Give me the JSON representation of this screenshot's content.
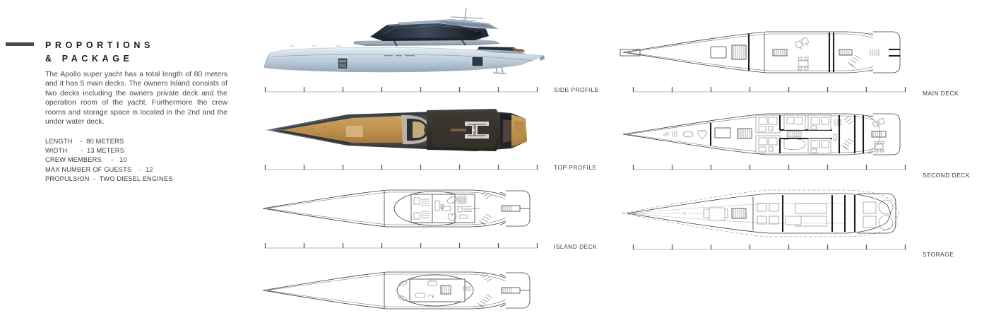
{
  "document": {
    "title": "PROPORTIONS\n& PACKAGE",
    "body": "The Apollo super yacht has a total length of 80 meters and it has 5 main decks. The owners Island consists of two decks including the owners private deck and the operation room of the yacht. Furthermore the crew rooms and storage space is located in the 2nd and the under water deck."
  },
  "specs": [
    {
      "label": "LENGTH",
      "value": "-  80 METERS",
      "line": "LENGTH    -  80 METERS"
    },
    {
      "label": "WIDTH",
      "value": "-  13 METERS",
      "line": "WIDTH       -  13 METERS"
    },
    {
      "label": "CREW MEMBERS",
      "value": "-   10",
      "line": "CREW MEMBERS     -   10"
    },
    {
      "label": "MAX NUMBER OF GUESTS",
      "value": "-  12",
      "line": "MAX NUMBER OF GUESTS    -  12"
    },
    {
      "label": "PROPULSION",
      "value": "-  TWO DIESEL ENGINES",
      "line": "PROPULSION  -  TWO DIESEL ENGINES"
    }
  ],
  "panels": {
    "side_profile": {
      "label": "SIDE PROFILE"
    },
    "top_profile": {
      "label": "TOP PROFILE"
    },
    "island_deck": {
      "label": "ISLAND DECK"
    },
    "under_deck": {
      "label": ""
    },
    "main_deck": {
      "label": "MAIN DECK"
    },
    "second_deck": {
      "label": "SECOND DECK"
    },
    "storage": {
      "label": "STORAGE"
    }
  },
  "rulers": {
    "left_ticks": 8,
    "right_ticks": 8
  },
  "colors": {
    "hull_light": "#c7d4de",
    "hull_mid": "#97a9b8",
    "superstructure_dark": "#2b3340",
    "teak": "#c89a5b",
    "deck_dark": "#3a352e",
    "line": "#3c3c3c",
    "rule": "#4b4b4b",
    "text": "#3d3d3d"
  }
}
